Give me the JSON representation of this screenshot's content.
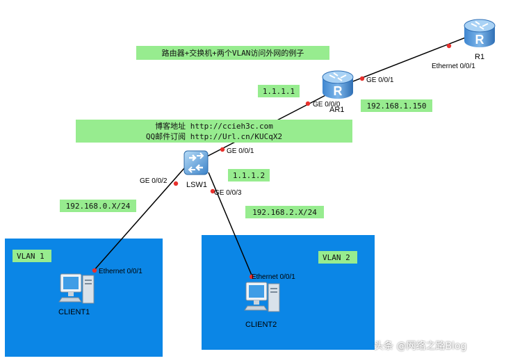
{
  "title": "路由器+交换机+两个VLAN访问外网的例子",
  "blog": {
    "line1": "博客地址 http://ccieh3c.com",
    "line2": "QQ邮件订阅 http://Url.cn/KUCqX2"
  },
  "devices": {
    "r1": {
      "name": "R1",
      "icon": "router-icon"
    },
    "ar1": {
      "name": "AR1",
      "icon": "router-icon"
    },
    "lsw1": {
      "name": "LSW1",
      "icon": "switch-icon"
    },
    "client1": {
      "name": "CLIENT1",
      "icon": "pc-icon"
    },
    "client2": {
      "name": "CLIENT2",
      "icon": "pc-icon"
    }
  },
  "ports": {
    "r1_eth": "Ethernet 0/0/1",
    "ar1_ge001": "GE 0/0/1",
    "ar1_ge000": "GE 0/0/0",
    "lsw1_ge001": "GE 0/0/1",
    "lsw1_ge002": "GE 0/0/2",
    "lsw1_ge003": "GE 0/0/3",
    "client1_eth": "Ethernet 0/0/1",
    "client2_eth": "Ethernet 0/0/1"
  },
  "addresses": {
    "ar1_lsw_net": "1.1.1.1",
    "r1_net": "192.168.1.150",
    "lsw_ar1_net": "1.1.1.2",
    "vlan1_net": "192.168.0.X/24",
    "vlan2_net": "192.168.2.X/24"
  },
  "vlans": {
    "vlan1": "VLAN 1",
    "vlan2": "VLAN 2"
  },
  "watermark": "头条 @网络之路Blog",
  "colors": {
    "vlan_area": "#0b86e6",
    "label_bg": "#97ec8f",
    "link": "#000000",
    "port_dot": "#e8312d"
  }
}
